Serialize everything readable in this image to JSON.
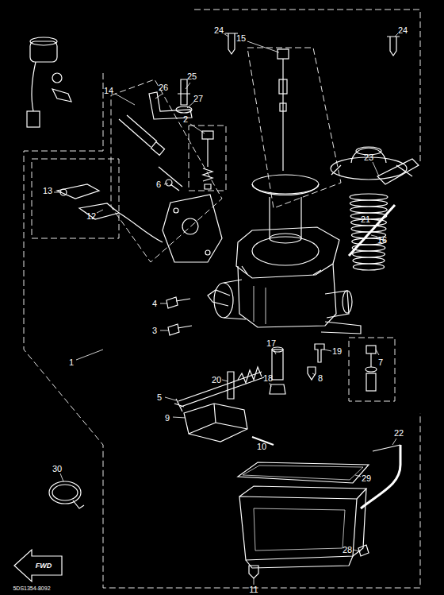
{
  "diagram": {
    "labels": [
      "24",
      "24",
      "15",
      "25",
      "26",
      "27",
      "14",
      "2",
      "23",
      "6",
      "13",
      "12",
      "21",
      "16",
      "4",
      "3",
      "1",
      "19",
      "7",
      "17",
      "8",
      "20",
      "18",
      "5",
      "9",
      "10",
      "22",
      "29",
      "30",
      "28",
      "11",
      "FWD",
      "5DS1354-8092"
    ]
  }
}
